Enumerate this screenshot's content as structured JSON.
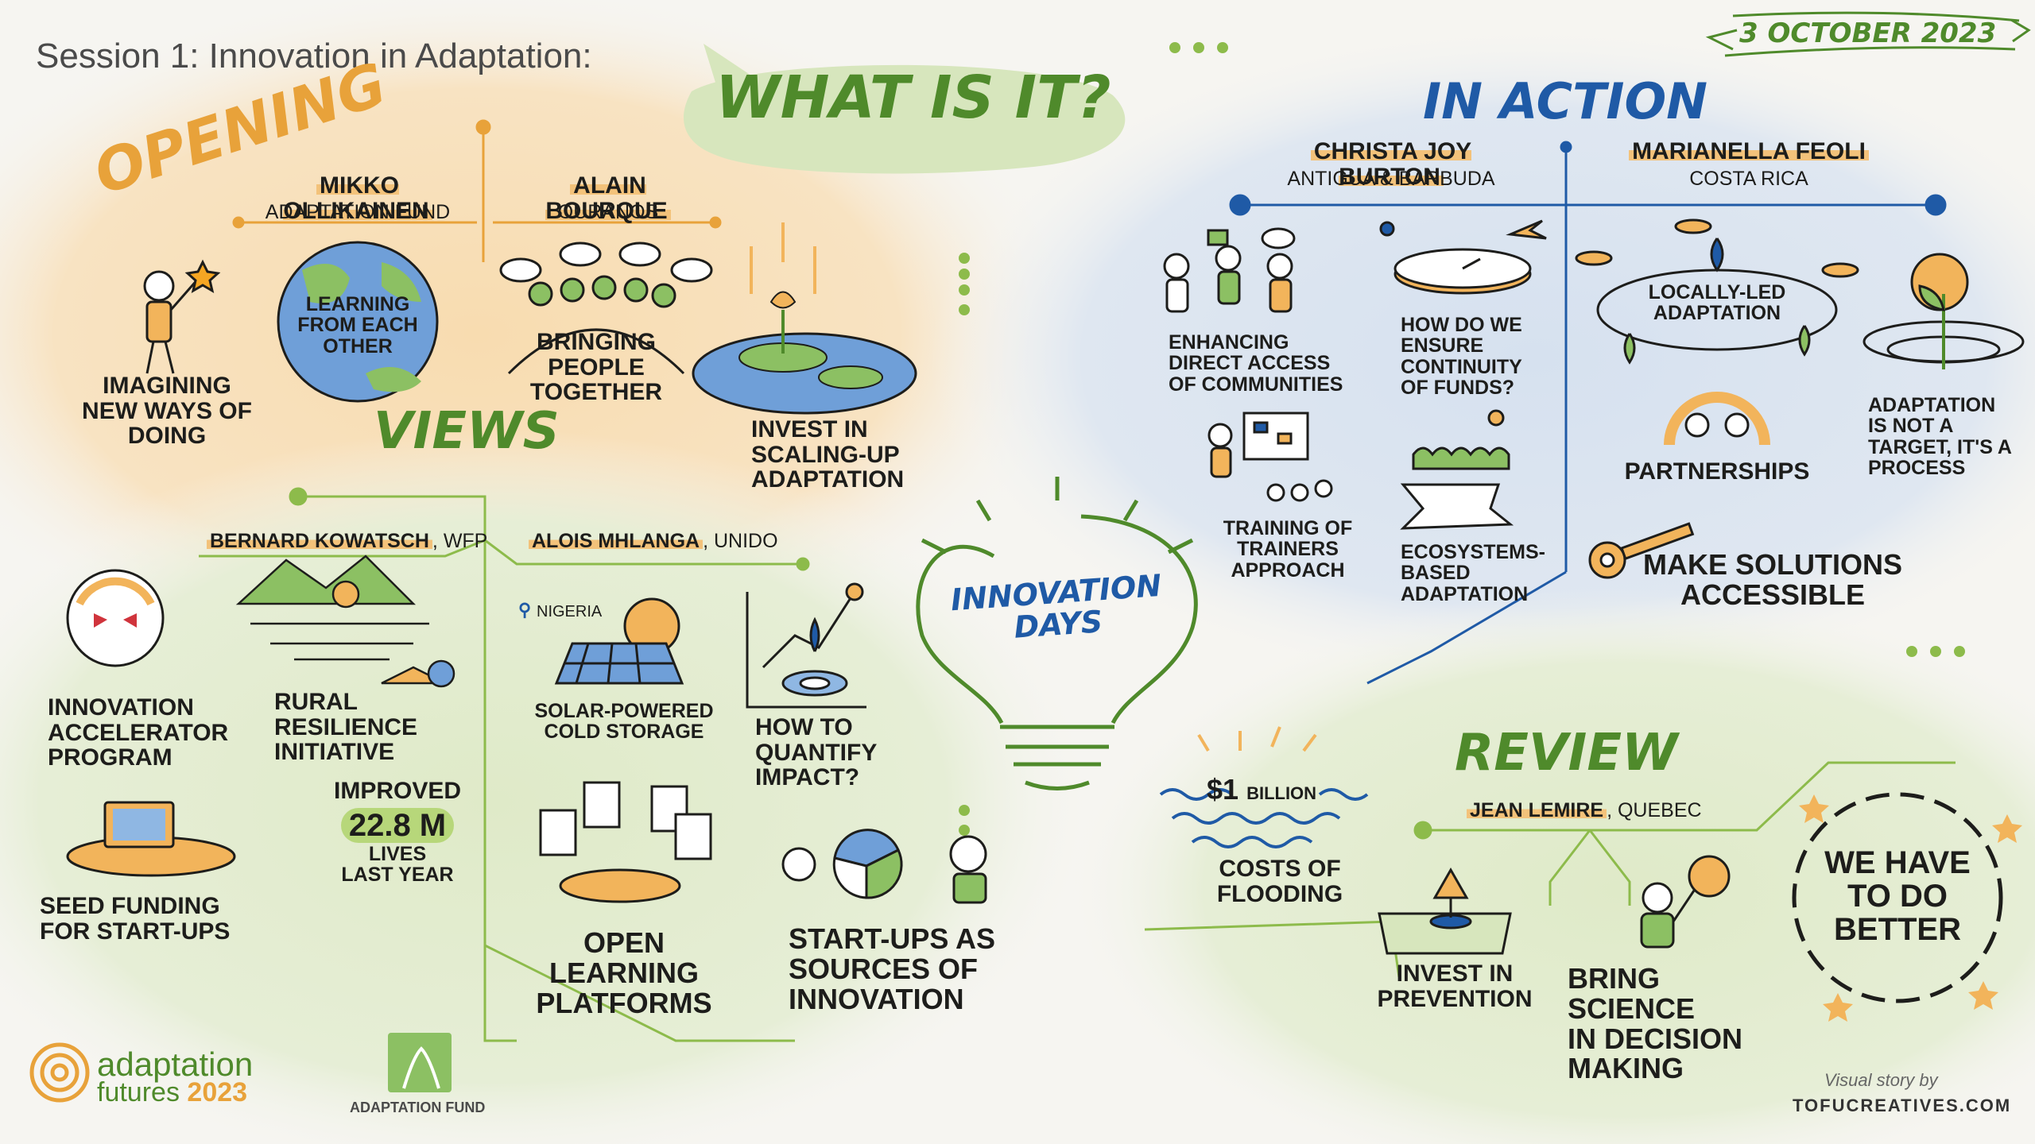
{
  "header": {
    "session_title": "Session 1: Innovation in Adaptation:",
    "question": "WHAT IS IT?",
    "date": "3 OCTOBER 2023"
  },
  "center": {
    "badge": "INNOVATION DAYS"
  },
  "opening": {
    "title": "OPENING",
    "speakers": [
      {
        "name": "MIKKO OLLIKAINEN",
        "org": "ADAPTATION FUND"
      },
      {
        "name": "ALAIN BOURQUE",
        "org": "OURANOS"
      }
    ],
    "items": {
      "imagining": "IMAGINING\nNEW WAYS OF\nDOING",
      "learning": "LEARNING\nFROM EACH\nOTHER",
      "bringing": "BRINGING\nPEOPLE\nTOGETHER",
      "invest": "INVEST IN\nSCALING-UP\nADAPTATION"
    }
  },
  "views": {
    "title": "VIEWS",
    "speakers": [
      {
        "name": "BERNARD KOWATSCH",
        "org": ", WFP"
      },
      {
        "name": "ALOIS MHLANGA",
        "org": ", UNIDO"
      }
    ],
    "items": {
      "accelerator": "INNOVATION\nACCELERATOR\nPROGRAM",
      "rural": "RURAL\nRESILIENCE\nINITIATIVE",
      "improved": "IMPROVED",
      "lives_value": "22.8 M",
      "lives_text": "LIVES\nLAST YEAR",
      "seed": "SEED FUNDING\nFOR START-UPS",
      "nigeria": "NIGERIA",
      "solar": "SOLAR-POWERED\nCOLD STORAGE",
      "quantify": "HOW TO\nQUANTIFY\nIMPACT?",
      "open_learning": "OPEN LEARNING\nPLATFORMS",
      "startups": "START-UPs AS\nSOURCES OF\nINNOVATION"
    }
  },
  "in_action": {
    "title": "IN ACTION",
    "speakers": [
      {
        "name": "CHRISTA JOY BURTON",
        "org": "ANTIGUA & BARBUDA"
      },
      {
        "name": "MARIANELLA FEOLI",
        "org": "COSTA RICA"
      }
    ],
    "items": {
      "direct_access": "ENHANCING\nDIRECT ACCESS\nOF COMMUNITIES",
      "continuity": "HOW DO WE\nENSURE\nCONTINUITY\nOF FUNDS?",
      "training": "TRAINING OF\nTRAINERS\nAPPROACH",
      "ecosystems": "ECOSYSTEMS-\nBASED\nADAPTATION",
      "locally_led": "LOCALLY-LED\nADAPTATION",
      "partnerships": "PARTNERSHIPS",
      "process": "ADAPTATION\nIS NOT A\nTARGET, IT'S A\nPROCESS",
      "accessible": "MAKE SOLUTIONS\nACCESSIBLE"
    }
  },
  "review": {
    "title": "REVIEW",
    "speaker": {
      "name": "JEAN LEMIRE",
      "org": ", QUEBEC"
    },
    "items": {
      "billion_value": "$1",
      "billion_unit": "BILLION",
      "flooding": "COSTS OF\nFLOODING",
      "prevention": "INVEST IN\nPREVENTION",
      "science": "BRING SCIENCE\nIN DECISION\nMAKING",
      "better": "WE HAVE\nTO DO\nBETTER"
    }
  },
  "footer": {
    "logo1_line1": "adaptation",
    "logo1_line2": "futures",
    "logo1_year": "2023",
    "logo2": "ADAPTATION FUND",
    "credit1": "Visual story by",
    "credit2": "TOFUCREATIVES.COM"
  },
  "colors": {
    "orange": "#e8a23a",
    "green": "#4f8a2b",
    "light_green": "#b7d77a",
    "blue": "#1f5aa6",
    "light_blue": "#cfdcec",
    "ink": "#1d1d1b"
  }
}
